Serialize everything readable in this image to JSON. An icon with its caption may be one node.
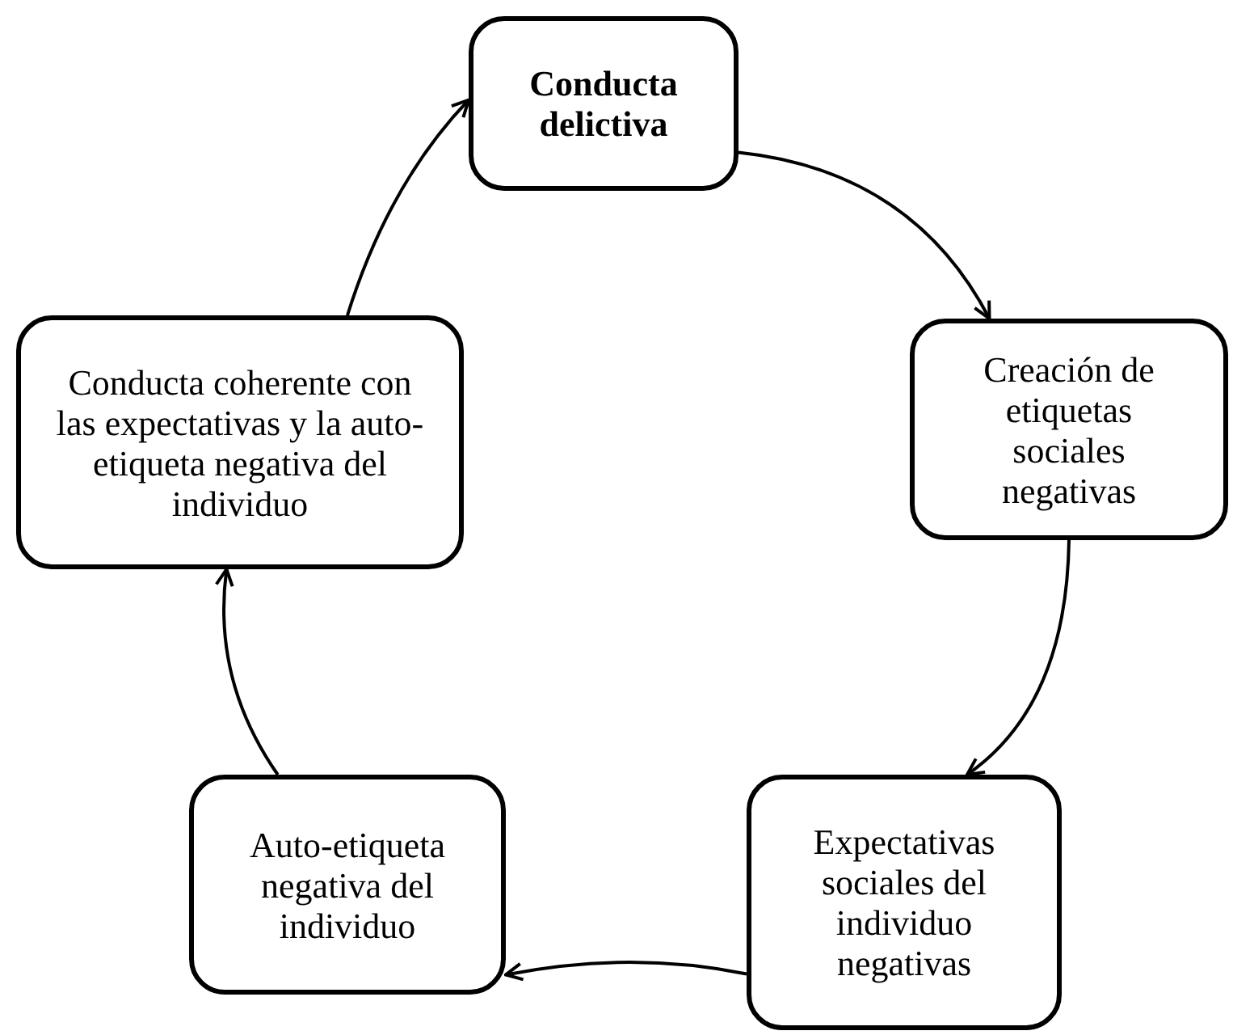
{
  "diagram": {
    "nodes": [
      {
        "text": [
          "Conducta delictiva"
        ]
      },
      {
        "text": [
          "Creación de etiquetas sociales negativas"
        ]
      },
      {
        "text": [
          "Expectativas sociales del individuo negativas"
        ]
      },
      {
        "text": [
          "Auto-etiqueta negativa del individuo"
        ]
      },
      {
        "text": [
          "Conducta coherente con las expectativas y la auto-etiqueta negativa del individuo"
        ]
      }
    ],
    "edges": [
      {
        "from": 0,
        "to": 1,
        "arrow": "to"
      },
      {
        "from": 1,
        "to": 2,
        "arrow": "to"
      },
      {
        "from": 2,
        "to": 3,
        "arrow": "to"
      },
      {
        "from": 3,
        "to": 4,
        "arrow": "to"
      },
      {
        "from": 4,
        "to": 0,
        "arrow": "to"
      }
    ]
  }
}
